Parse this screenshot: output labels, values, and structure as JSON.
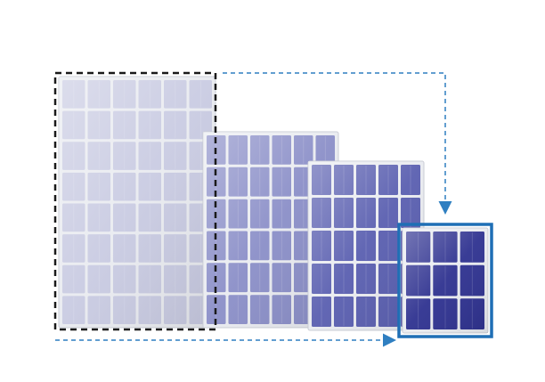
{
  "scene": {
    "description_free": true,
    "panels": [
      {
        "name": "solar-panel-largest",
        "cols": 6,
        "rows": 8,
        "cell_color": "#c9cbe2",
        "frame_color": "#e9ebf0"
      },
      {
        "name": "solar-panel-large",
        "cols": 6,
        "rows": 6,
        "cell_color": "#8b8fc8",
        "frame_color": "#e9ebf0"
      },
      {
        "name": "solar-panel-medium",
        "cols": 5,
        "rows": 5,
        "cell_color": "#5a5fb0",
        "frame_color": "#e9ebf0"
      },
      {
        "name": "solar-panel-small",
        "cols": 3,
        "rows": 3,
        "cell_color": "#2f3290",
        "frame_color": "#e9ebf0"
      }
    ],
    "colors": {
      "dashed_outline": "#1a1a1a",
      "arrow": "#2f7fc1",
      "highlight_box": "#1f6fb5"
    }
  }
}
